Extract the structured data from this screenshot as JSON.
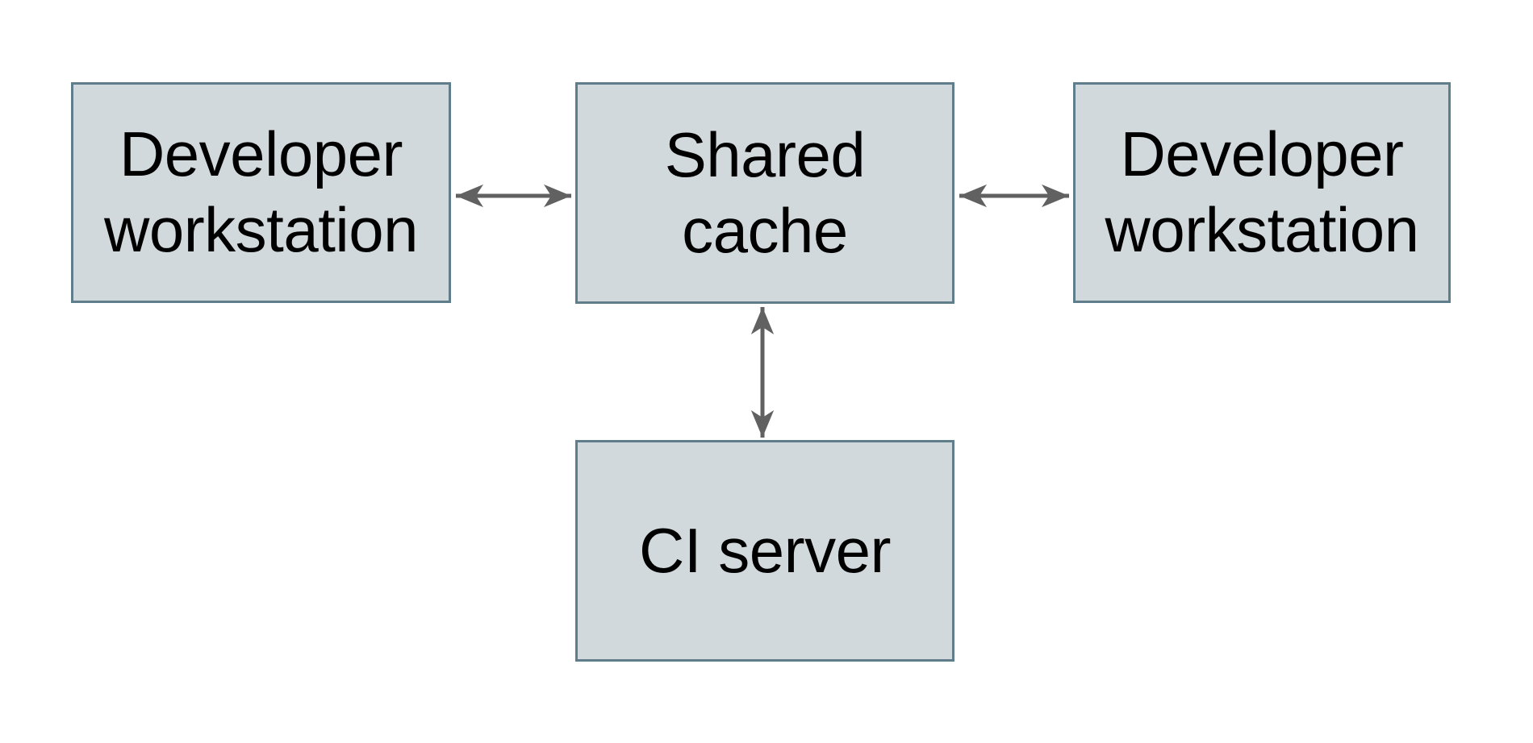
{
  "diagram": {
    "type": "architecture-diagram",
    "background_color": "#ffffff",
    "node_fill_color": "#d2d9dc",
    "node_border_color": "#5f7d8b",
    "arrow_color": "#616161",
    "text_color": "#000000",
    "nodes": {
      "dev_left": {
        "label": "Developer\nworkstation"
      },
      "cache": {
        "label": "Shared\ncache"
      },
      "dev_right": {
        "label": "Developer\nworkstation"
      },
      "ci": {
        "label": "CI server"
      }
    },
    "edges": [
      {
        "from": "dev_left",
        "to": "cache",
        "direction": "bidirectional"
      },
      {
        "from": "cache",
        "to": "dev_right",
        "direction": "bidirectional"
      },
      {
        "from": "cache",
        "to": "ci",
        "direction": "bidirectional"
      }
    ]
  }
}
